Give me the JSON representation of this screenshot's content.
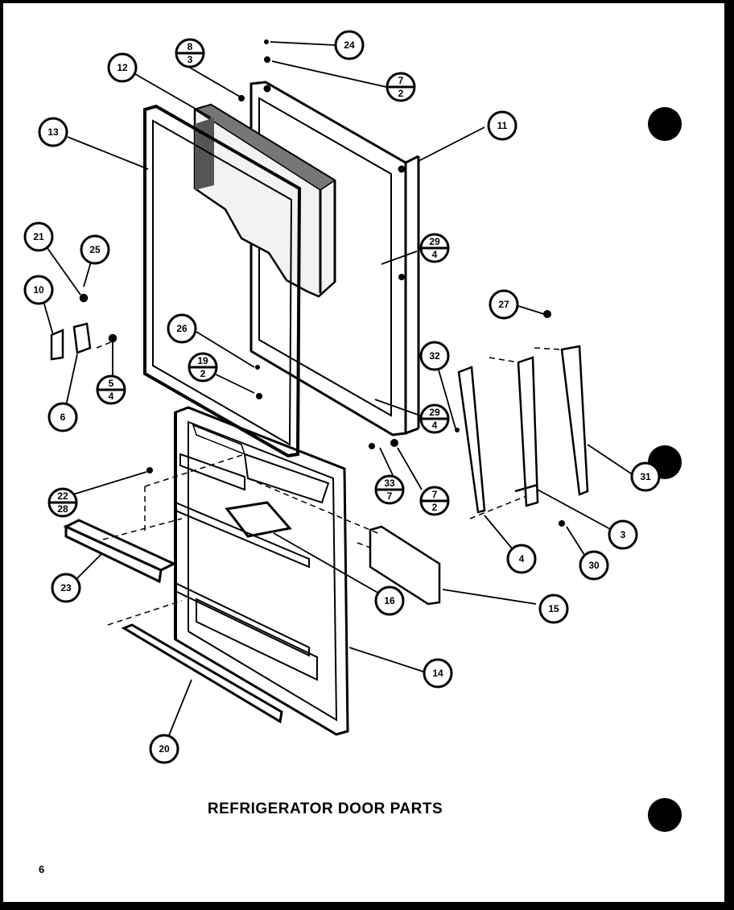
{
  "diagram": {
    "title": "REFRIGERATOR DOOR PARTS",
    "page_number": "6",
    "callouts": [
      {
        "id": "c24",
        "label": "24"
      },
      {
        "id": "c8-3",
        "label": "8",
        "sub": "3"
      },
      {
        "id": "c7-2-top",
        "label": "7",
        "sub": "2"
      },
      {
        "id": "c12",
        "label": "12"
      },
      {
        "id": "c13",
        "label": "13"
      },
      {
        "id": "c11",
        "label": "11"
      },
      {
        "id": "c21",
        "label": "21"
      },
      {
        "id": "c25",
        "label": "25"
      },
      {
        "id": "c10",
        "label": "10"
      },
      {
        "id": "c29-4-top",
        "label": "29",
        "sub": "4"
      },
      {
        "id": "c27",
        "label": "27"
      },
      {
        "id": "c26",
        "label": "26"
      },
      {
        "id": "c32",
        "label": "32"
      },
      {
        "id": "c5-4",
        "label": "5",
        "sub": "4"
      },
      {
        "id": "c19-2",
        "label": "19",
        "sub": "2"
      },
      {
        "id": "c6",
        "label": "6"
      },
      {
        "id": "c29-4-bot",
        "label": "29",
        "sub": "4"
      },
      {
        "id": "c31",
        "label": "31"
      },
      {
        "id": "c22-28",
        "label": "22",
        "sub": "28"
      },
      {
        "id": "c33-7",
        "label": "33",
        "sub": "7"
      },
      {
        "id": "c7-2-bot",
        "label": "7",
        "sub": "2"
      },
      {
        "id": "c3",
        "label": "3"
      },
      {
        "id": "c4",
        "label": "4"
      },
      {
        "id": "c30",
        "label": "30"
      },
      {
        "id": "c23",
        "label": "23"
      },
      {
        "id": "c16",
        "label": "16"
      },
      {
        "id": "c15",
        "label": "15"
      },
      {
        "id": "c14",
        "label": "14"
      },
      {
        "id": "c20",
        "label": "20"
      }
    ]
  }
}
